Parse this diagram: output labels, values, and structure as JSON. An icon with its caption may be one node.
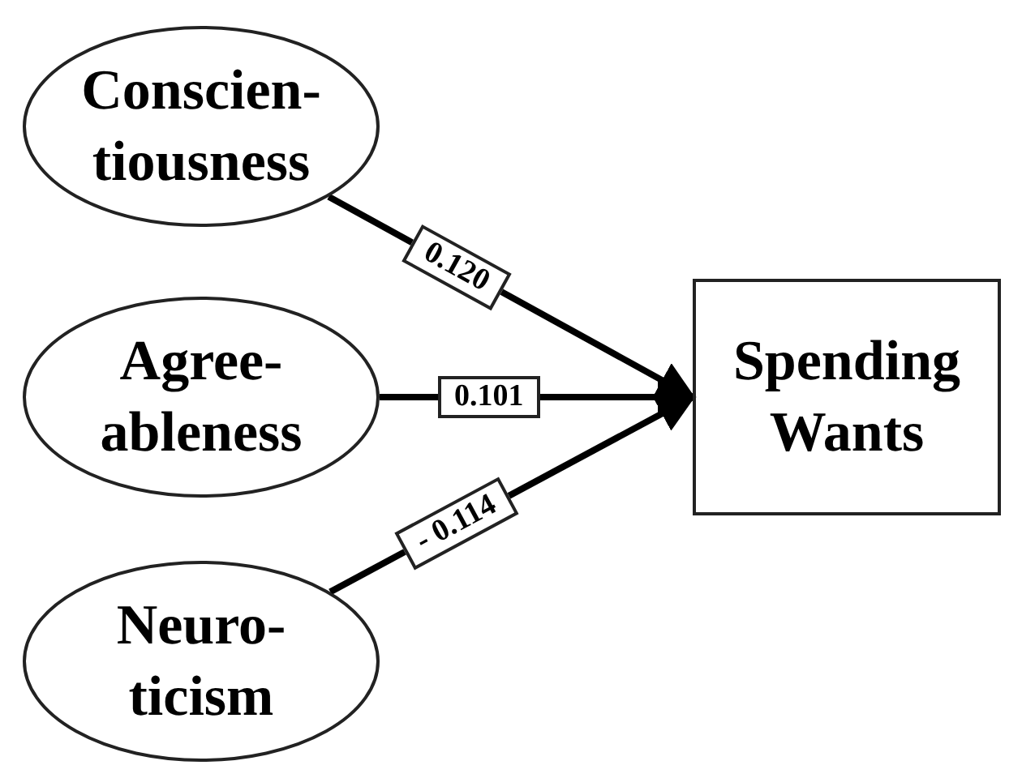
{
  "diagram": {
    "nodes": [
      {
        "text": [
          "Conscien- tiousness"
        ]
      },
      {
        "text": [
          "Agree- ableness"
        ]
      },
      {
        "text": [
          "Neuro- ticism"
        ]
      },
      {
        "text": [
          "Spending Wants"
        ]
      }
    ],
    "edges": [
      {
        "from": 0,
        "to": 3,
        "arrow": "to",
        "label": "0.120"
      },
      {
        "from": 1,
        "to": 3,
        "arrow": "to",
        "label": "0.101"
      },
      {
        "from": 2,
        "to": 3,
        "arrow": "to",
        "label": "- 0.114"
      }
    ]
  }
}
